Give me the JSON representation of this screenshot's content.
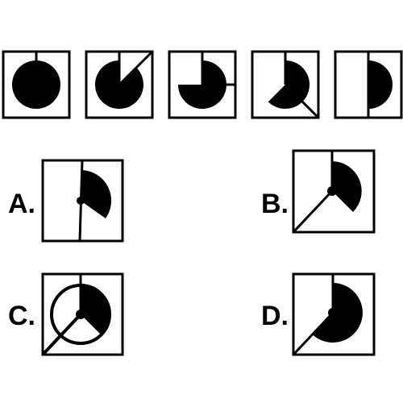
{
  "options": [
    {
      "letter": "A."
    },
    {
      "letter": "B."
    },
    {
      "letter": "C."
    },
    {
      "letter": "D."
    }
  ],
  "colors": {
    "ink": "#000000",
    "background": "#ffffff"
  }
}
